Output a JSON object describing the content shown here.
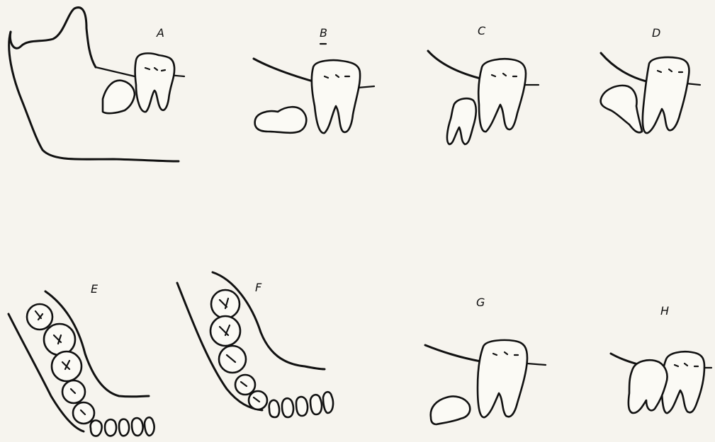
{
  "panels": {
    "A": {
      "label": "A"
    },
    "B": {
      "label": "B"
    },
    "C": {
      "label": "C"
    },
    "D": {
      "label": "D"
    },
    "E": {
      "label": "E"
    },
    "F": {
      "label": "F"
    },
    "G": {
      "label": "G"
    },
    "H": {
      "label": "H"
    }
  },
  "colors": {
    "ink": "#111111",
    "paper": "#f6f4ee"
  }
}
